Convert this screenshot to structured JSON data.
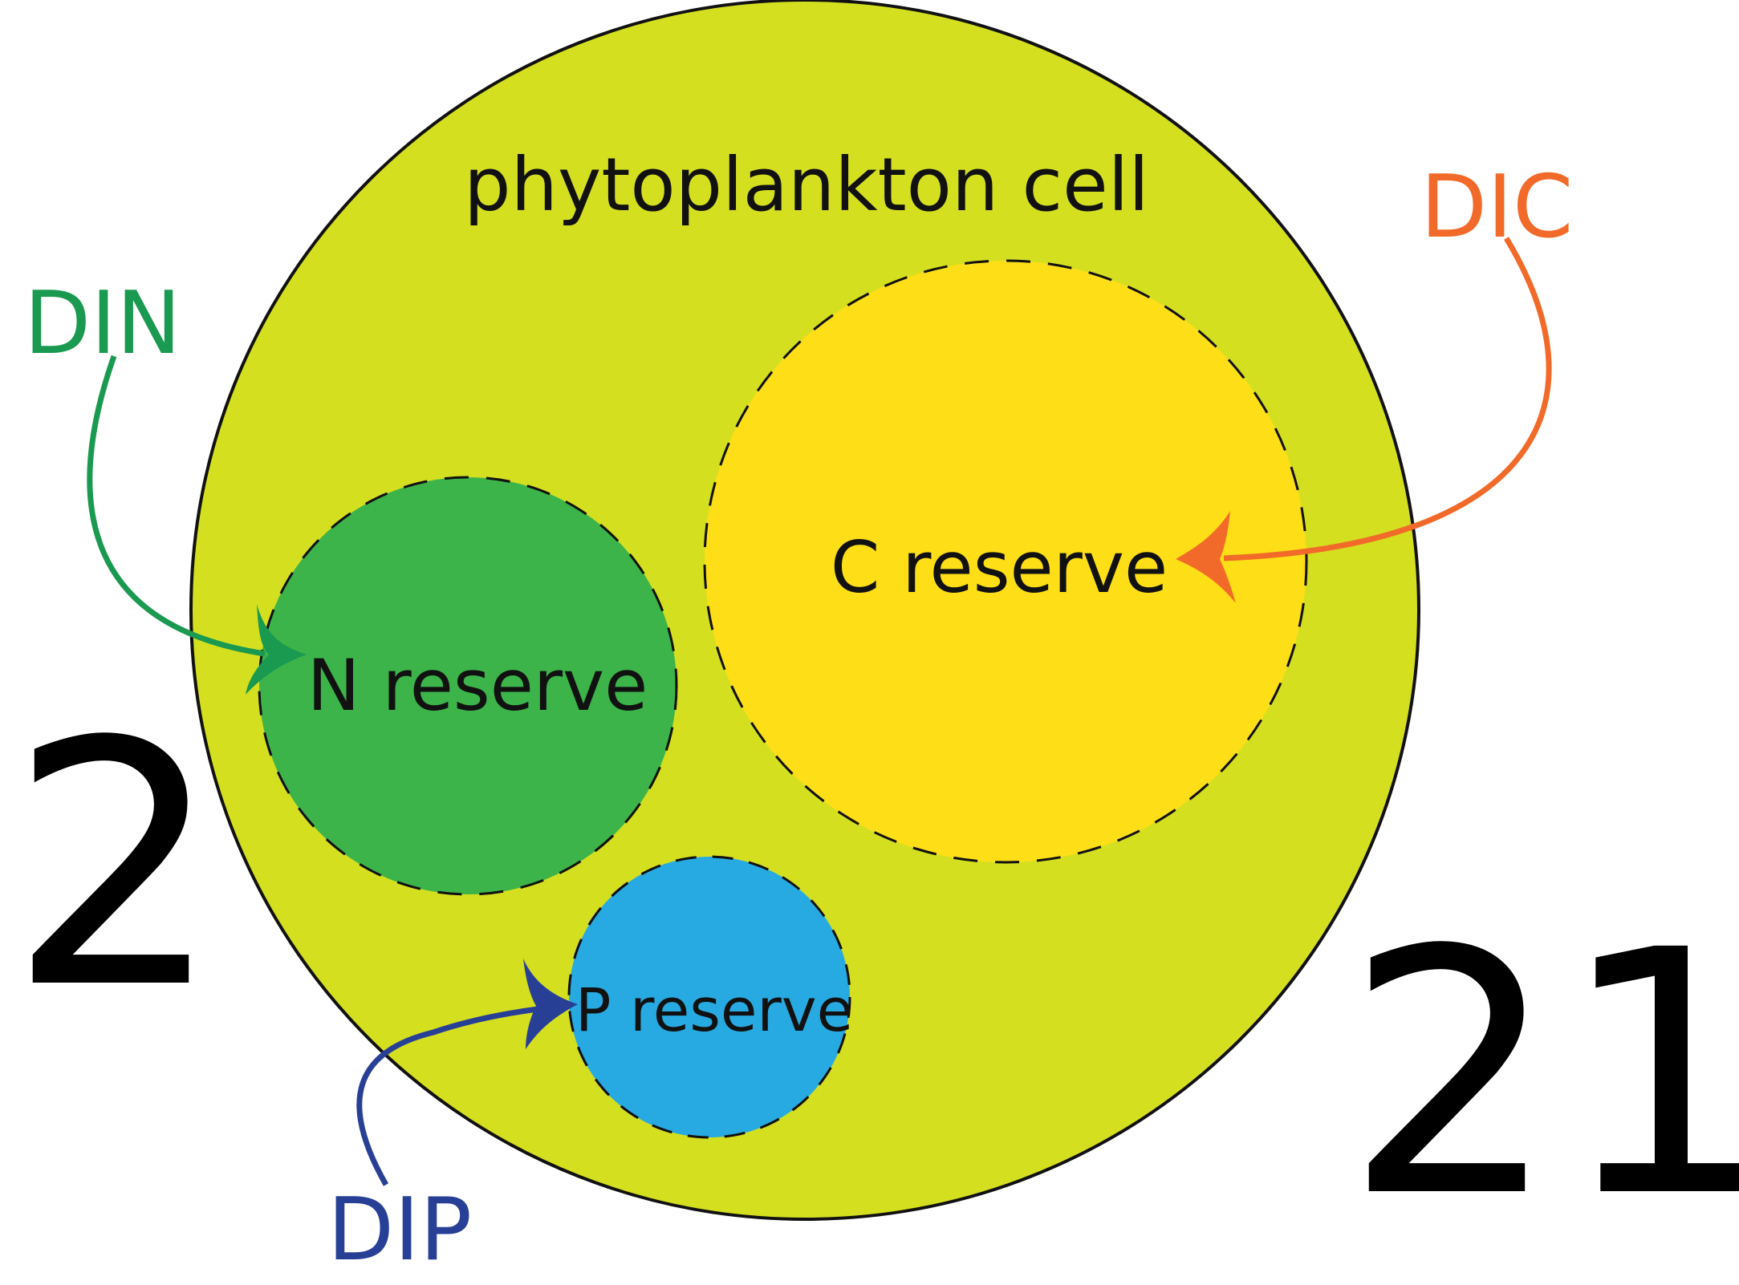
{
  "cell": {
    "title": "phytoplankton cell",
    "fill": "#d4df20"
  },
  "reserves": {
    "c": {
      "label": "C reserve",
      "fill": "#fdde17"
    },
    "n": {
      "label": "N reserve",
      "fill": "#3cb44a"
    },
    "p": {
      "label": "P reserve",
      "fill": "#27aae1"
    }
  },
  "fluxes": {
    "din": {
      "label": "DIN",
      "color": "#1a9950"
    },
    "dic": {
      "label": "DIC",
      "color": "#f26a29"
    },
    "dip": {
      "label": "DIP",
      "color": "#283f96"
    }
  },
  "numbers": {
    "left": "2",
    "right": "21"
  }
}
